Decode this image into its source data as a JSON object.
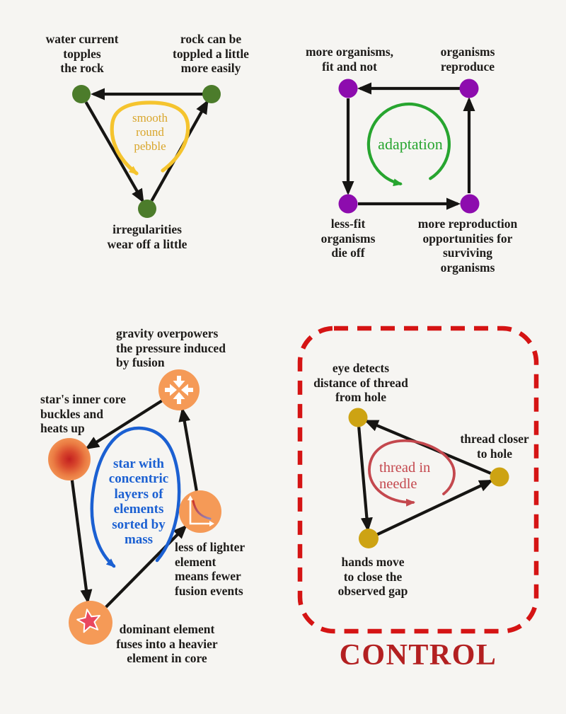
{
  "colors": {
    "background": "#f6f5f2",
    "text": "#1d1b19",
    "arrow": "#161513",
    "pebble_node": "#4c7c2b",
    "pebble_loop": "#f5c42e",
    "pebble_loop_text": "#d9a62c",
    "adaptation_node": "#8d0cae",
    "adaptation_loop": "#27a52f",
    "star_node": "#f59a57",
    "star_core_hot": "#c42020",
    "star_loop": "#1b60d2",
    "star_spark": "#e9475f",
    "control_node": "#cda313",
    "control_loop": "#c4484e",
    "control_border": "#d51414",
    "control_caption": "#b32021"
  },
  "panels": {
    "pebble": {
      "loop_label": "smooth\nround\npebble",
      "nodes": {
        "top_left": "water current\ntopples\nthe rock",
        "top_right": "rock can be\ntoppled a little\nmore easily",
        "bottom": "irregularities\nwear off a little"
      }
    },
    "adaptation": {
      "loop_label": "adaptation",
      "nodes": {
        "top_left": "more organisms,\nfit and not",
        "top_right": "organisms\nreproduce",
        "bottom_left": "less-fit\norganisms\ndie off",
        "bottom_right": "more reproduction\nopportunities for\nsurviving\norganisms"
      }
    },
    "star": {
      "loop_label": "star with\nconcentric\nlayers of\nelements\nsorted by\nmass",
      "nodes": {
        "top": "gravity overpowers\nthe pressure induced\nby fusion",
        "left": "star's inner core\nbuckles and\nheats up",
        "right": "less of lighter\nelement\nmeans fewer\nfusion events",
        "bottom": "dominant element\nfuses into a heavier\nelement in core"
      },
      "icons": {
        "top": "inward-arrows-icon",
        "left": "hot-core-icon",
        "right": "decay-curve-icon",
        "bottom": "fusion-spark-icon"
      }
    },
    "control": {
      "loop_label": "thread in\nneedle",
      "caption": "CONTROL",
      "nodes": {
        "top_left": "eye detects\ndistance of thread\nfrom hole",
        "right": "thread closer\nto hole",
        "bottom": "hands move\nto close the\nobserved gap"
      }
    }
  }
}
